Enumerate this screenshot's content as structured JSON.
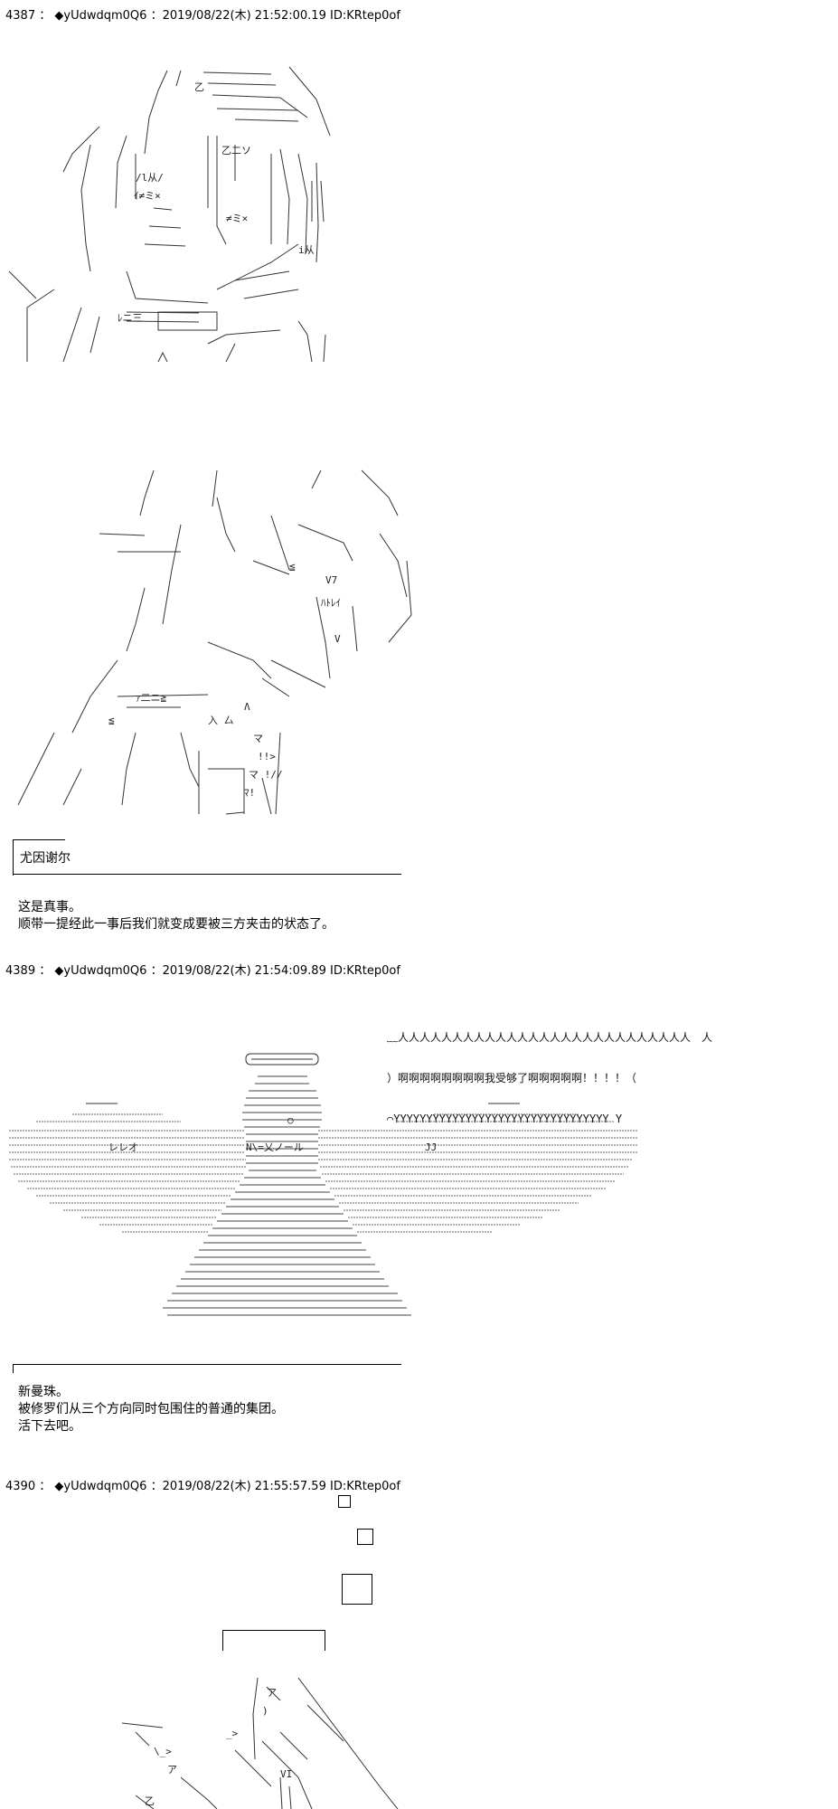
{
  "posts": [
    {
      "number": "4387",
      "separator": "：",
      "author": "◆yUdwdqm0Q6",
      "datetime": "：2019/08/22(木) 21:52:00.19",
      "id": "ID:KRtep0of"
    },
    {
      "number": "4389",
      "separator": "：",
      "author": "◆yUdwdqm0Q6",
      "datetime": "：2019/08/22(木) 21:54:09.89",
      "id": "ID:KRtep0of"
    },
    {
      "number": "4390",
      "separator": "：",
      "author": "◆yUdwdqm0Q6",
      "datetime": "：2019/08/22(木) 21:55:57.59",
      "id": "ID:KRtep0of"
    }
  ],
  "post1": {
    "speaker": "尤因谢尔",
    "lines": [
      "这是真事。",
      "顺带一提经此一事后我们就变成要被三方夹击的状态了。"
    ]
  },
  "post2": {
    "shout_top": "﹏人人人人人人人人人人人人人人人人人人人人人人人人人人人　人",
    "shout_mid": "）啊啊啊啊啊啊啊啊我受够了啊啊啊啊啊！！！！（",
    "shout_bot": "⌒YYYYYYYYYYYYYYYYYYYYYYYYYYYYYYYYY Y",
    "lines": [
      "新曼珠。",
      "被修罗们从三个方向同时包围住的普通的集团。",
      "活下去吧。"
    ]
  }
}
